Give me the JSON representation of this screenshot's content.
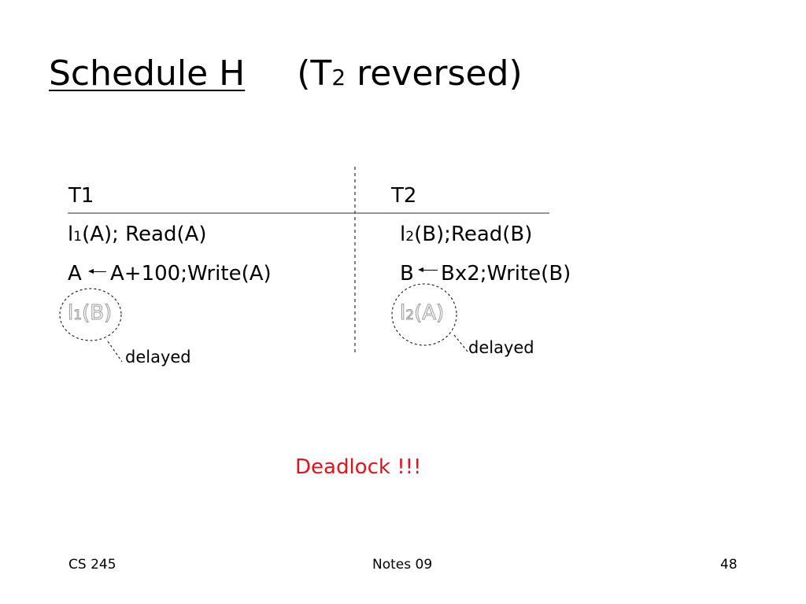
{
  "title": {
    "main": "Schedule H",
    "paren_open": "(T",
    "paren_sub": "2",
    "paren_rest": " reversed)"
  },
  "table": {
    "col1_header": "T1",
    "col2_header": "T2",
    "t1": {
      "row1": {
        "l": "l",
        "sub": "1",
        "rest": "(A); Read(A)"
      },
      "row2": {
        "left": "A",
        "right": "A+100;Write(A)"
      },
      "row3": {
        "l": "l",
        "sub": "1",
        "rest": "(B)"
      }
    },
    "t2": {
      "row1": {
        "l": "l",
        "sub": "2",
        "rest": "(B);Read(B)"
      },
      "row2": {
        "left": "B",
        "right": "Bx2;Write(B)"
      },
      "row3": {
        "l": "l",
        "sub": "2",
        "rest": "(A)"
      }
    }
  },
  "annotations": {
    "delayed_left": "delayed",
    "delayed_right": "delayed"
  },
  "deadlock": "Deadlock !!!",
  "footer": {
    "left": "CS 245",
    "center": "Notes 09",
    "right": "48"
  },
  "colors": {
    "deadlock": "#e8121a",
    "outline_text": "#9a9a9a"
  }
}
